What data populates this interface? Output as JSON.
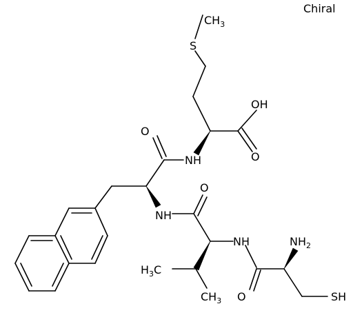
{
  "chirality_label": "Chiral",
  "atoms": {
    "s_top": "S",
    "ch3_top": "CH",
    "ch3_top_sub": "3",
    "oh": "OH",
    "o_acid": "O",
    "o_amide1": "O",
    "nh1": "NH",
    "nh2": "NH",
    "o_amide2": "O",
    "nh3": "NH",
    "nh2_amine": "NH",
    "nh2_amine_sub": "2",
    "h3c": "H",
    "h3c_sub": "3",
    "h3c_c": "C",
    "ch3_bottom": "CH",
    "ch3_bottom_sub": "3",
    "o_amide3": "O",
    "sh": "SH"
  }
}
